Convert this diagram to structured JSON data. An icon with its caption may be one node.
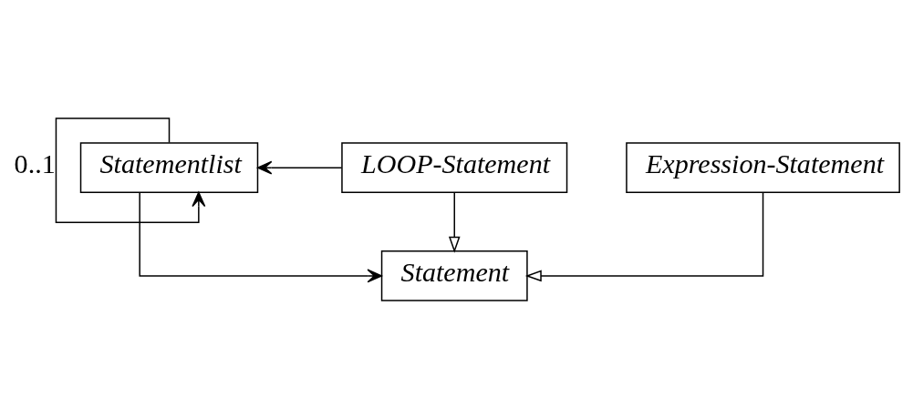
{
  "diagram": {
    "nodes": [
      {
        "text": [
          "Statementlist"
        ]
      },
      {
        "text": [
          "Statement"
        ]
      },
      {
        "text": [
          "LOOP-Statement"
        ]
      },
      {
        "text": [
          "Expression-Statement"
        ]
      }
    ],
    "edges": [
      {
        "from": 0,
        "to": 0,
        "arrow": "to",
        "label": "0..1"
      },
      {
        "from": 0,
        "to": 1,
        "arrow": "to"
      },
      {
        "from": 2,
        "to": 1,
        "arrow": "to"
      },
      {
        "from": 3,
        "to": 1,
        "arrow": "to"
      },
      {
        "from": 2,
        "to": 0,
        "arrow": "to"
      }
    ]
  }
}
